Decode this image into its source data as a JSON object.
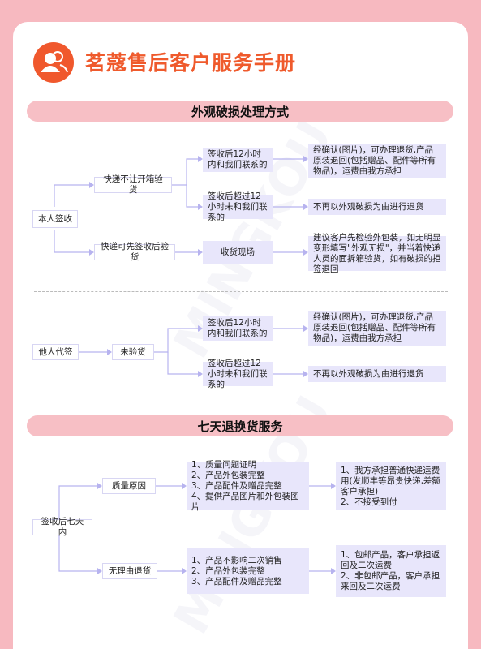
{
  "title": "茗蔻售后客户服务手册",
  "logo_icon": "users-icon",
  "watermark": "MINGKOU",
  "section1": {
    "heading": "外观破损处理方式",
    "self_sign": "本人签收",
    "no_open": "快递不让开箱验货",
    "can_open": "快递可先签收后验货",
    "within12_a": "签收后12小时内和我们联系的",
    "over12_a": "签收后超过12小时未和我们联系的",
    "onsite": "收货现场",
    "result_ok_a": "经确认(图片)，可办理退货,产品原装退回(包括赠品、配件等所有物品)，运费由我方承担",
    "result_no_a": "不再以外观破损为由进行退货",
    "result_onsite": "建议客户先检验外包装，如无明显变形填写\"外观无损\"，并当着快递人员的面拆箱验货，如有破损的拒签退回",
    "other_sign": "他人代签",
    "not_checked": "未验货",
    "within12_b": "签收后12小时内和我们联系的",
    "over12_b": "签收后超过12小时未和我们联系的",
    "result_ok_b": "经确认(图片)，可办理退货,产品原装退回(包括赠品、配件等所有物品)，运费由我方承担",
    "result_no_b": "不再以外观破损为由进行退货"
  },
  "section2": {
    "heading": "七天退换货服务",
    "within7": "签收后七天内",
    "quality": "质量原因",
    "no_reason": "无理由退货",
    "quality_reqs": [
      "1、质量问题证明",
      "2、产品外包装完整",
      "3、产品配件及赠品完整",
      "4、提供产品图片和外包装图片"
    ],
    "quality_results": [
      "1、我方承担普通快递运费用(发顺丰等昂贵快递,差额客户承担)",
      "2、不接受到付"
    ],
    "noreason_reqs": [
      "1、产品不影响二次销售",
      "2、产品外包装完整",
      "3、产品配件及赠品完整"
    ],
    "noreason_results": [
      "1、包邮产品，客户承担返回及二次运费",
      "2、非包邮产品，客户承担来回及二次运费"
    ]
  }
}
